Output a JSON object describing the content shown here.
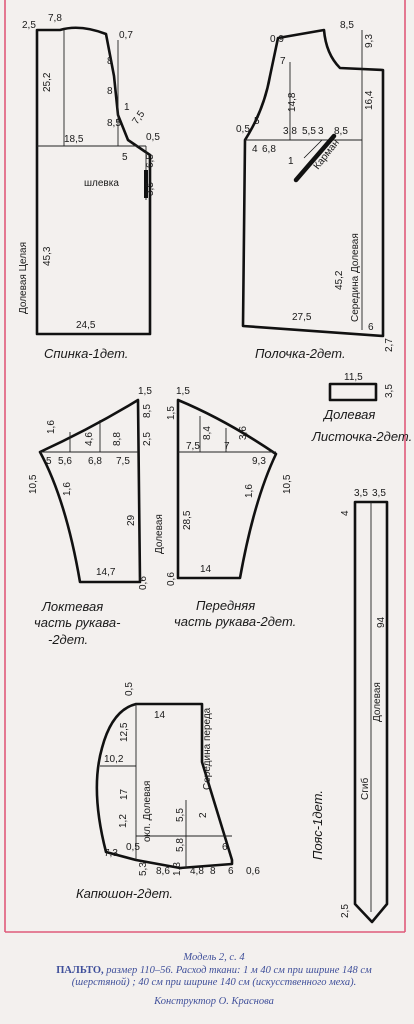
{
  "back": {
    "name": "Спинка-1дет.",
    "grain": "Долевая  Целая",
    "loop": "шлевка",
    "m": [
      "2,5",
      "7,8",
      "0,7",
      "25,2",
      "8",
      "8",
      "1",
      "8,5",
      "7,5",
      "0,5",
      "18,5",
      "5",
      "6,5",
      "3,5",
      "45,3",
      "24,5"
    ]
  },
  "front": {
    "name": "Полочка-2дет.",
    "grain": "Середина  Долевая",
    "pocket": "Карман",
    "m": [
      "0,9",
      "8,5",
      "7",
      "9,3",
      "14,8",
      "16,4",
      "0,5",
      "5",
      "4",
      "6,8",
      "3,8",
      "5,5",
      "3",
      "8,5",
      "1",
      "45,2",
      "27,5",
      "6",
      "2,7"
    ]
  },
  "flap": {
    "name": "Листочка-2дет.",
    "grain": "Долевая",
    "m": [
      "11,5",
      "3,5"
    ]
  },
  "elbow_sleeve": {
    "name": [
      "Локтевая",
      "часть рукава-",
      "-2дет."
    ],
    "m": [
      "1,5",
      "8,5",
      "1,6",
      "4,6",
      "8,8",
      "2,5",
      "5",
      "5,6",
      "6,8",
      "7,5",
      "10,5",
      "1,6",
      "29",
      "14,7",
      "0,6"
    ]
  },
  "front_sleeve": {
    "name": [
      "Передняя",
      "часть рукава-2дет."
    ],
    "m": [
      "1,5",
      "1,5",
      "8,4",
      "3,6",
      "7,5",
      "7",
      "9,3",
      "1,6",
      "10,5",
      "28,5",
      "14",
      "0,6"
    ]
  },
  "sleeve_grain": "Долевая",
  "belt": {
    "name": "Пояс-1дет.",
    "grain": "Долевая",
    "fold": "Сгиб",
    "m": [
      "3,5",
      "3,5",
      "4",
      "94",
      "2,5"
    ]
  },
  "hood": {
    "name": "Капюшон-2дет.",
    "grain": "окл. Долевая",
    "centre": "Середина переда",
    "m": [
      "0,5",
      "14",
      "12,5",
      "10,2",
      "17",
      "1,2",
      "7,3",
      "0,5",
      "5,5",
      "2",
      "5,8",
      "6",
      "1,3",
      "5,3",
      "8,6",
      "4,8",
      "8",
      "6",
      "0,6"
    ]
  },
  "caption": {
    "model": "Модель 2, с. 4",
    "title": "ПАЛЬТО,",
    "desc": " размер 110–56. Расход ткани: 1 м 40 см при ширине 148 см (шерстяной) ; 40 см при ширине 140 см (искусственного меха).",
    "designer": "Конструктор О. Краснова"
  },
  "colors": {
    "border": "#e05a7a",
    "caption": "#3f4f9a",
    "ink": "#111111"
  }
}
